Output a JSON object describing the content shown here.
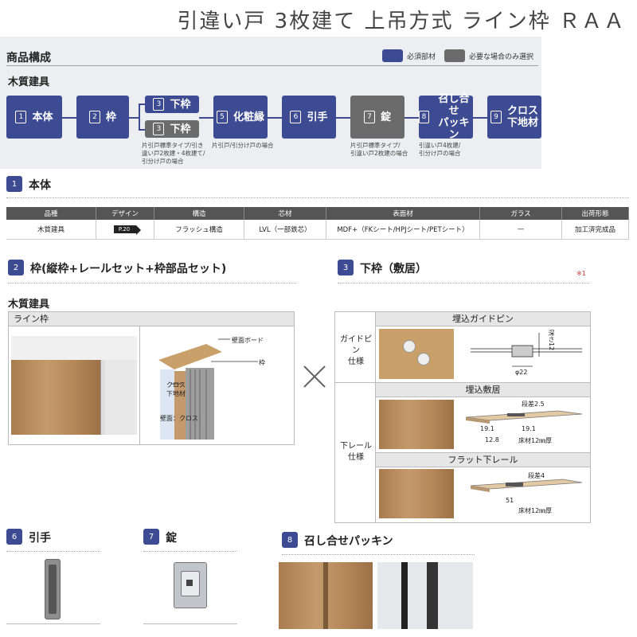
{
  "title": "引違い戸 3枚建て 上吊方式 ライン枠 ＲＡＡ",
  "config": {
    "heading": "商品構成",
    "legend_required": "必須部材",
    "legend_optional": "必要な場合のみ選択",
    "group_label": "木質建具",
    "items": [
      {
        "num": "1",
        "label": "本体"
      },
      {
        "num": "2",
        "label": "枠"
      },
      {
        "num": "3",
        "label": "下枠"
      },
      {
        "num": "3",
        "label": "下枠"
      },
      {
        "num": "5",
        "label": "化粧縁"
      },
      {
        "num": "6",
        "label": "引手"
      },
      {
        "num": "7",
        "label": "錠"
      },
      {
        "num": "8",
        "label_line1": "召し合せ",
        "label_line2": "パッキン"
      },
      {
        "num": "9",
        "label_line1": "クロス",
        "label_line2": "下地材"
      }
    ],
    "notes": {
      "lower_frame": [
        "片引戸標準タイプ/引き",
        "違い戸2枚建・4枚建て/",
        "引分け戸の場合"
      ],
      "trim": [
        "片引戸/引分け戸の場合"
      ],
      "lock": [
        "片引戸標準タイプ/",
        "引違い戸2枚建の場合"
      ],
      "packing": [
        "引違い戸4枚建/",
        "引分け戸の場合"
      ]
    },
    "colors": {
      "required": "#3d4b92",
      "optional": "#6b6b6b"
    }
  },
  "section1": {
    "num": "1",
    "heading": "本体",
    "table": {
      "headers": [
        "品種",
        "デザイン",
        "構造",
        "芯材",
        "表面材",
        "ガラス",
        "出荷形態"
      ],
      "row": [
        "木質建具",
        "P.20",
        "フラッシュ構造",
        "LVL（一部鉄芯）",
        "MDF+（FKシート/HPJシート/PETシート）",
        "—",
        "加工済完成品"
      ]
    }
  },
  "section2": {
    "num": "2",
    "heading": "枠(縦枠+レールセット+枠部品セット)",
    "group_label": "木質建具",
    "box_title": "ライン枠",
    "labels": {
      "wall_board": "壁面ボード",
      "frame": "枠",
      "cross": "クロス",
      "base": "下地材",
      "wall": "壁面：クロス"
    }
  },
  "section3": {
    "num": "3",
    "heading": "下枠（敷居）",
    "note": "※1",
    "row1_label": [
      "ガイドピン",
      "仕様"
    ],
    "row2_label": [
      "下レール",
      "仕様"
    ],
    "guide_pin": {
      "title": "埋込ガイドピン",
      "depth": "深さ12",
      "dia": "φ22"
    },
    "embedded_sill": {
      "title": "埋込敷居",
      "step": "段差2.5",
      "d1": "19.1",
      "d2": "19.1",
      "d3": "12.8",
      "floor": "床材12㎜厚"
    },
    "flat_rail": {
      "title": "フラット下レール",
      "step": "段差4",
      "d1": "51",
      "floor": "床材12㎜厚"
    }
  },
  "section6": {
    "num": "6",
    "heading": "引手"
  },
  "section7": {
    "num": "7",
    "heading": "錠"
  },
  "section8": {
    "num": "8",
    "heading": "召し合せパッキン"
  }
}
